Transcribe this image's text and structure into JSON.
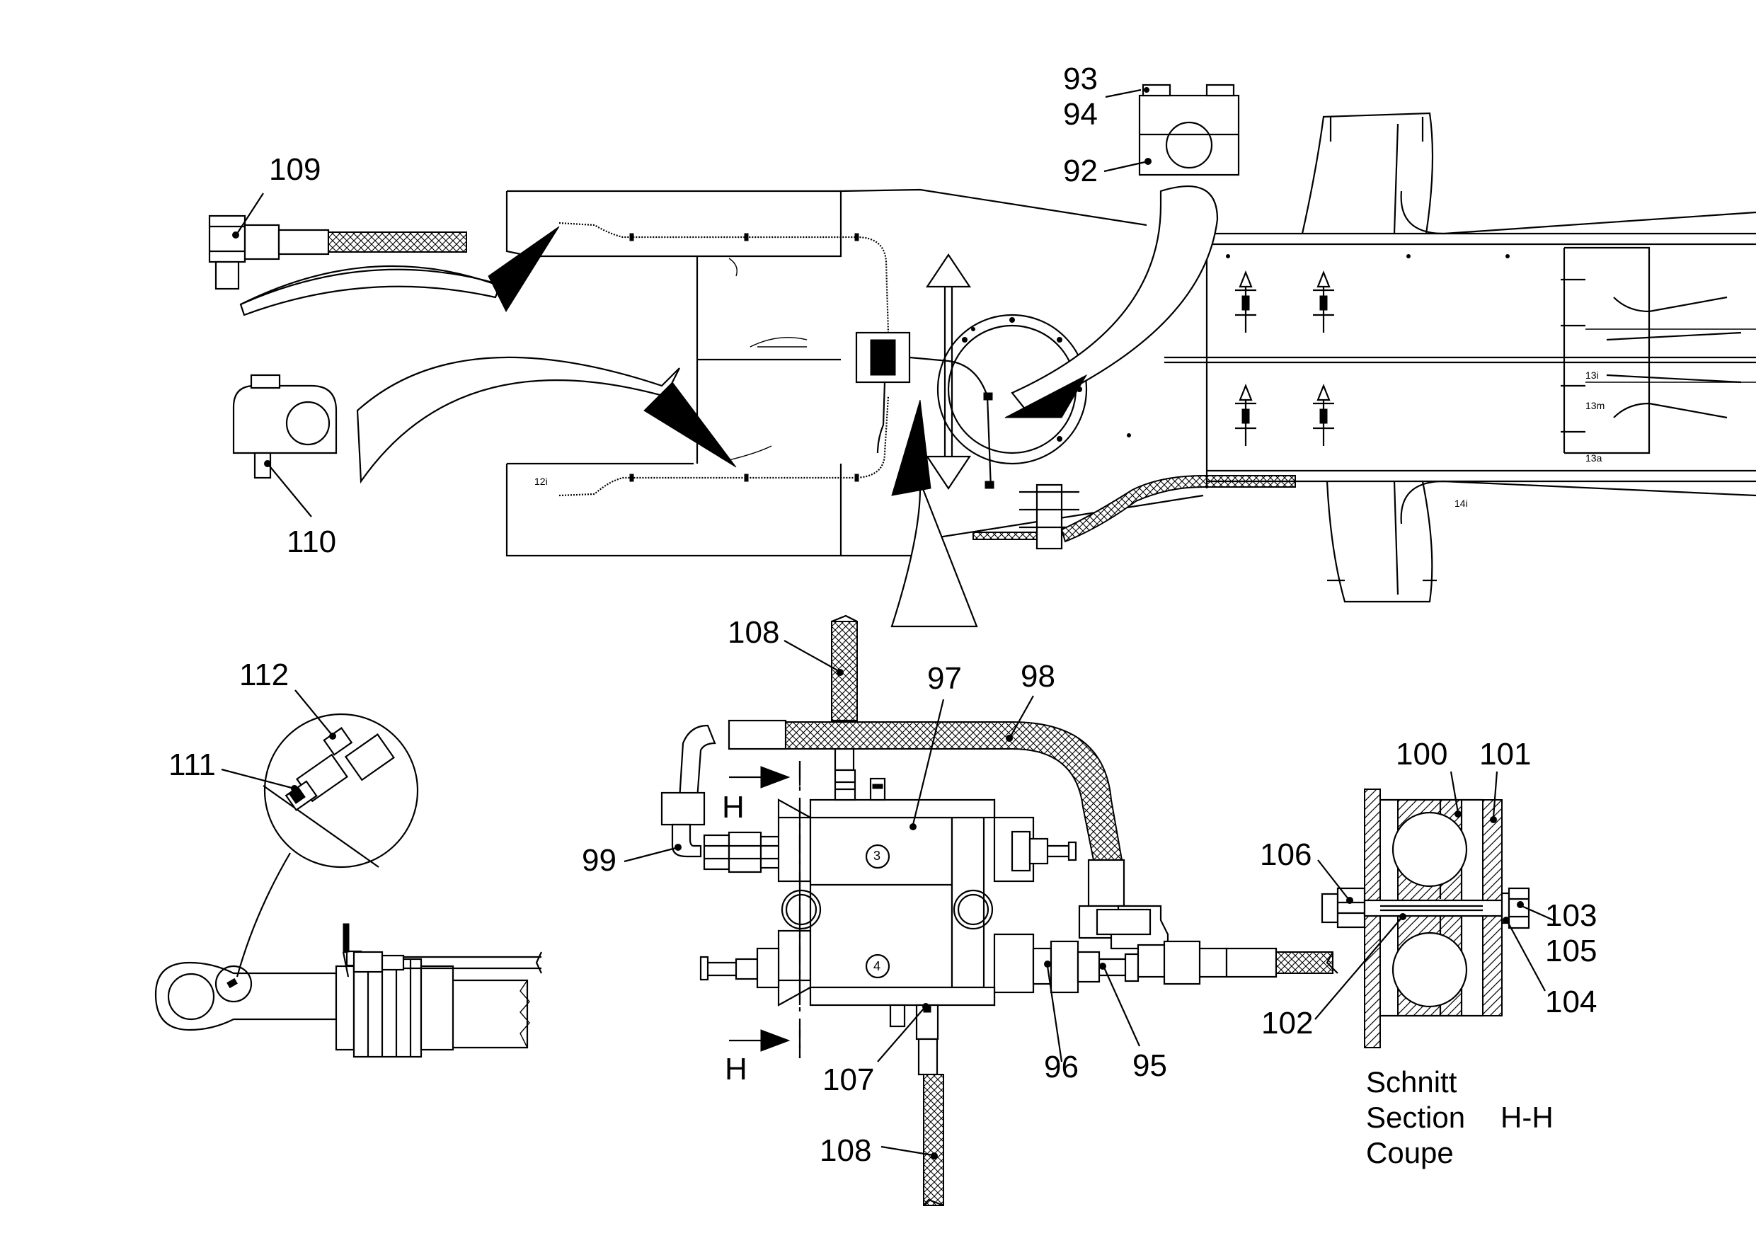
{
  "callouts": {
    "c92": "92",
    "c93": "93",
    "c94": "94",
    "c95": "95",
    "c96": "96",
    "c97": "97",
    "c98": "98",
    "c99": "99",
    "c100": "100",
    "c101": "101",
    "c102": "102",
    "c103": "103",
    "c104": "104",
    "c105": "105",
    "c106": "106",
    "c107": "107",
    "c108a": "108",
    "c108b": "108",
    "c109": "109",
    "c110": "110",
    "c111": "111",
    "c112": "112"
  },
  "port_labels": {
    "p3": "3",
    "p4": "4"
  },
  "section_marks": {
    "top": "H",
    "bottom": "H"
  },
  "caption": {
    "de": "Schnitt",
    "en": "Section",
    "fr": "Coupe",
    "id": "H-H"
  },
  "frame_tags": {
    "t12i": "12i",
    "t13i": "13i",
    "t13m": "13m",
    "t13a": "13a",
    "t14i": "14i"
  }
}
